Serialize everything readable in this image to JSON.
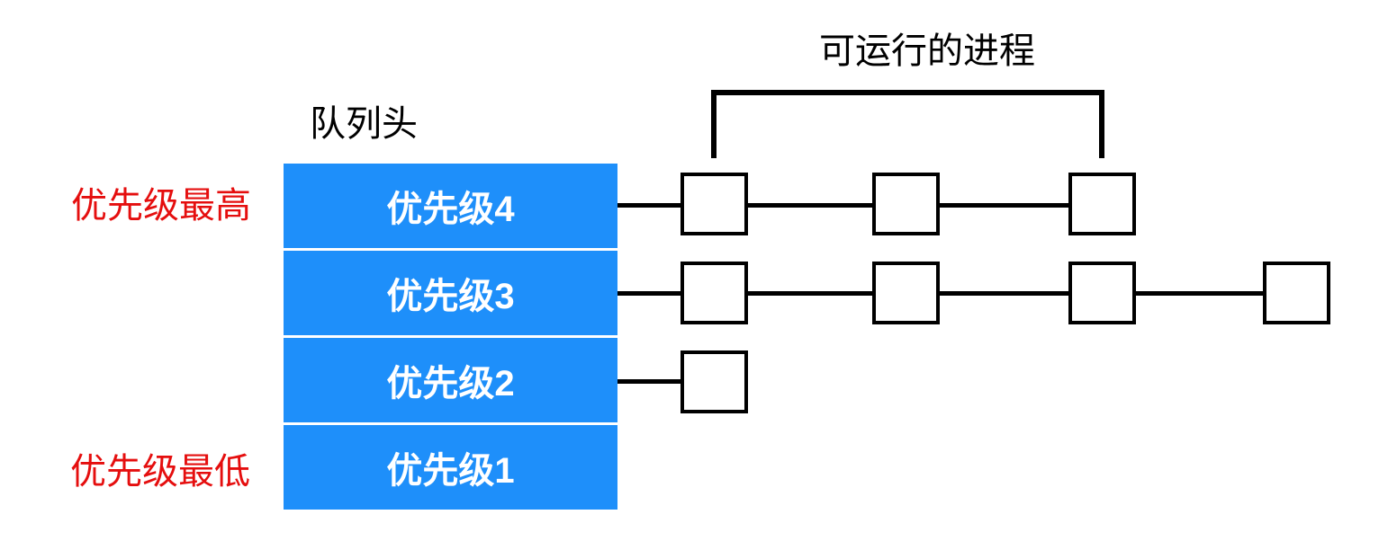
{
  "diagram": {
    "title": "可运行的进程",
    "queue_head_label": "队列头",
    "highest_priority_label": "优先级最高",
    "lowest_priority_label": "优先级最低",
    "queues": [
      {
        "label": "优先级4",
        "process_count": 3
      },
      {
        "label": "优先级3",
        "process_count": 4
      },
      {
        "label": "优先级2",
        "process_count": 1
      },
      {
        "label": "优先级1",
        "process_count": 0
      }
    ],
    "bracket_spans": "row1-box1-to-row1-box3",
    "colors": {
      "queue_fill": "#1E8FFA",
      "queue_text": "#FFFFFF",
      "side_label_red": "#E50E0E",
      "line_black": "#000000",
      "background": "#FFFFFF"
    }
  }
}
